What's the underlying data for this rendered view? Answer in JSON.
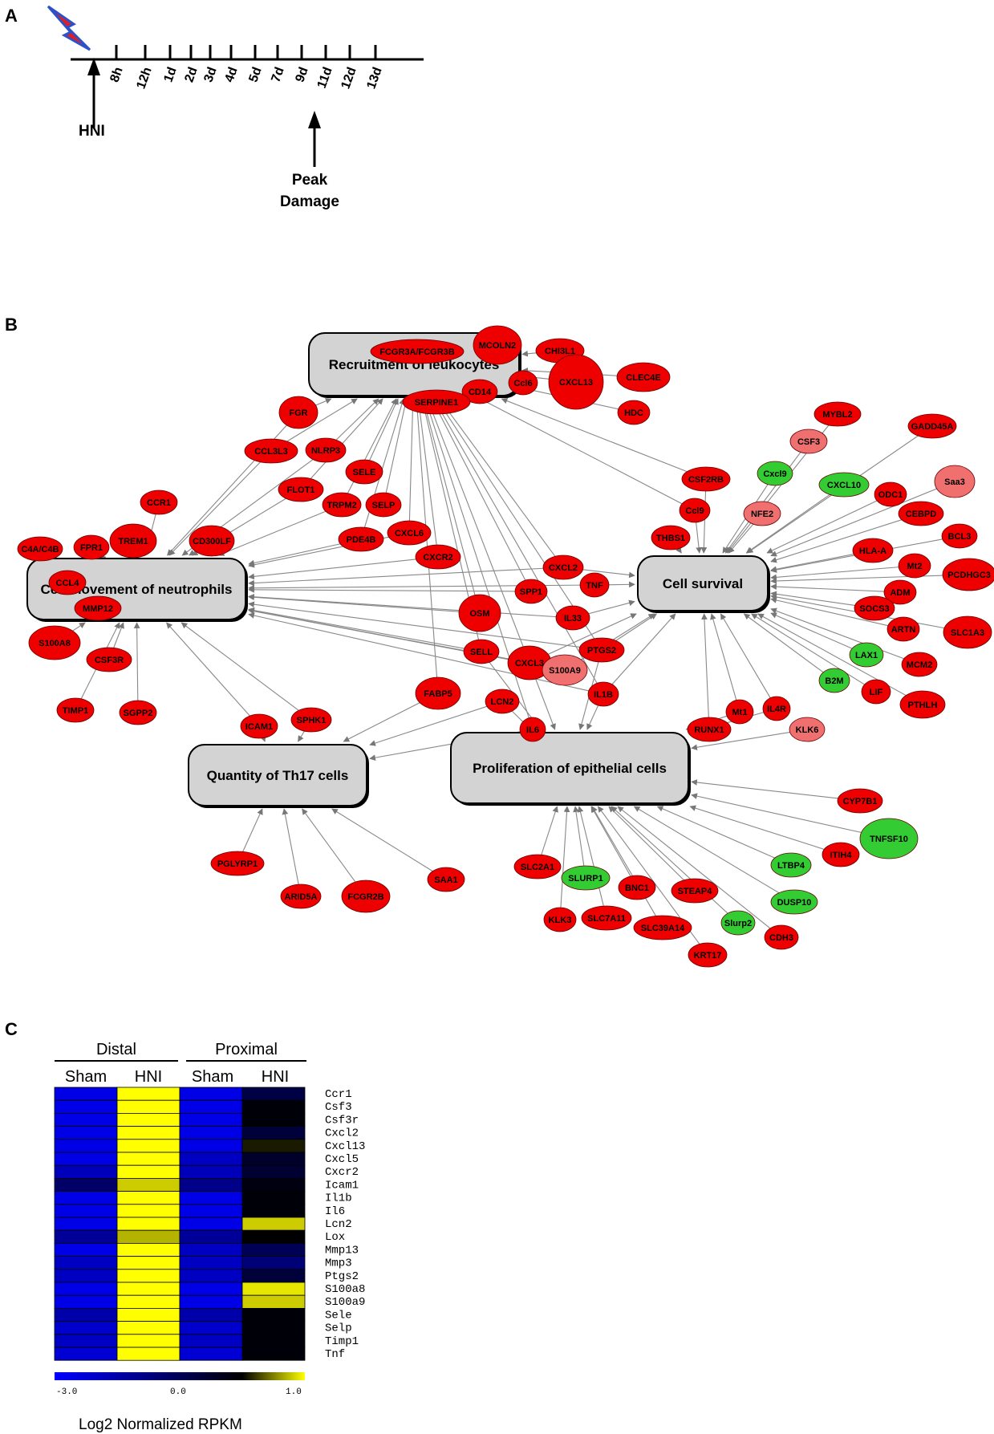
{
  "panels": {
    "a": "A",
    "b": "B",
    "c": "C"
  },
  "timeline": {
    "ticks": [
      "8h",
      "12h",
      "1d",
      "2d",
      "3d",
      "4d",
      "5d",
      "7d",
      "9d",
      "11d",
      "12d",
      "13d"
    ],
    "start_label": "HNI",
    "peak_label_1": "Peak",
    "peak_label_2": "Damage"
  },
  "colors": {
    "up": "#ee0000",
    "up_light": "#f07070",
    "down": "#33cc33",
    "box": "#d3d3d3",
    "edge": "#888888"
  },
  "network": {
    "functions": [
      {
        "id": "f_recruit",
        "label": "Recruitment of leukocytes"
      },
      {
        "id": "f_neut",
        "label": "Cell movement of neutrophils"
      },
      {
        "id": "f_surv",
        "label": "Cell survival"
      },
      {
        "id": "f_th17",
        "label": "Quantity of Th17 cells"
      },
      {
        "id": "f_prolif",
        "label": "Proliferation of epithelial cells"
      }
    ],
    "genes": [
      {
        "id": "g01",
        "label": "FCGR3A/FCGR3B",
        "reg": "up"
      },
      {
        "id": "g02",
        "label": "MCOLN2",
        "reg": "up"
      },
      {
        "id": "g03",
        "label": "CHI3L1",
        "reg": "up"
      },
      {
        "id": "g04",
        "label": "CD14",
        "reg": "up"
      },
      {
        "id": "g05",
        "label": "Ccl6",
        "reg": "up"
      },
      {
        "id": "g06",
        "label": "CXCL13",
        "reg": "up"
      },
      {
        "id": "g07",
        "label": "CLEC4E",
        "reg": "up"
      },
      {
        "id": "g08",
        "label": "SERPINE1",
        "reg": "up"
      },
      {
        "id": "g09",
        "label": "HDC",
        "reg": "up"
      },
      {
        "id": "g10",
        "label": "FGR",
        "reg": "up"
      },
      {
        "id": "g11",
        "label": "CCL3L3",
        "reg": "up"
      },
      {
        "id": "g12",
        "label": "NLRP3",
        "reg": "up"
      },
      {
        "id": "g13",
        "label": "SELE",
        "reg": "up"
      },
      {
        "id": "g14",
        "label": "FLOT1",
        "reg": "up"
      },
      {
        "id": "g15",
        "label": "TRPM2",
        "reg": "up"
      },
      {
        "id": "g16",
        "label": "SELP",
        "reg": "up"
      },
      {
        "id": "g17",
        "label": "CCR1",
        "reg": "up"
      },
      {
        "id": "g18",
        "label": "CXCL6",
        "reg": "up"
      },
      {
        "id": "g19",
        "label": "PDE4B",
        "reg": "up"
      },
      {
        "id": "g20",
        "label": "CXCR2",
        "reg": "up"
      },
      {
        "id": "g21",
        "label": "C4A/C4B",
        "reg": "up"
      },
      {
        "id": "g22",
        "label": "FPR1",
        "reg": "up"
      },
      {
        "id": "g23",
        "label": "TREM1",
        "reg": "up"
      },
      {
        "id": "g24",
        "label": "CD300LF",
        "reg": "up"
      },
      {
        "id": "g25",
        "label": "CCL4",
        "reg": "up"
      },
      {
        "id": "g26",
        "label": "MMP12",
        "reg": "up"
      },
      {
        "id": "g27",
        "label": "S100A8",
        "reg": "up"
      },
      {
        "id": "g28",
        "label": "CSF3R",
        "reg": "up"
      },
      {
        "id": "g29",
        "label": "TIMP1",
        "reg": "up"
      },
      {
        "id": "g30",
        "label": "SGPP2",
        "reg": "up"
      },
      {
        "id": "g31",
        "label": "MYBL2",
        "reg": "up"
      },
      {
        "id": "g32",
        "label": "GADD45A",
        "reg": "up"
      },
      {
        "id": "g33",
        "label": "CSF3",
        "reg": "up_light"
      },
      {
        "id": "g34",
        "label": "Cxcl9",
        "reg": "down"
      },
      {
        "id": "g35",
        "label": "Saa3",
        "reg": "up_light"
      },
      {
        "id": "g36",
        "label": "CXCL10",
        "reg": "down"
      },
      {
        "id": "g37",
        "label": "CSF2RB",
        "reg": "up"
      },
      {
        "id": "g38",
        "label": "ODC1",
        "reg": "up"
      },
      {
        "id": "g39",
        "label": "NFE2",
        "reg": "up_light"
      },
      {
        "id": "g40",
        "label": "Ccl9",
        "reg": "up"
      },
      {
        "id": "g41",
        "label": "CEBPD",
        "reg": "up"
      },
      {
        "id": "g42",
        "label": "THBS1",
        "reg": "up"
      },
      {
        "id": "g43",
        "label": "BCL3",
        "reg": "up"
      },
      {
        "id": "g44",
        "label": "HLA-A",
        "reg": "up"
      },
      {
        "id": "g45",
        "label": "Mt2",
        "reg": "up"
      },
      {
        "id": "g46",
        "label": "PCDHGC3",
        "reg": "up"
      },
      {
        "id": "g47",
        "label": "ADM",
        "reg": "up"
      },
      {
        "id": "g48",
        "label": "SOCS3",
        "reg": "up"
      },
      {
        "id": "g49",
        "label": "ARTN",
        "reg": "up"
      },
      {
        "id": "g50",
        "label": "SLC1A3",
        "reg": "up"
      },
      {
        "id": "g51",
        "label": "LAX1",
        "reg": "down"
      },
      {
        "id": "g52",
        "label": "MCM2",
        "reg": "up"
      },
      {
        "id": "g53",
        "label": "B2M",
        "reg": "down"
      },
      {
        "id": "g54",
        "label": "LIF",
        "reg": "up"
      },
      {
        "id": "g55",
        "label": "PTHLH",
        "reg": "up"
      },
      {
        "id": "g56",
        "label": "CXCL2",
        "reg": "up"
      },
      {
        "id": "g57",
        "label": "TNF",
        "reg": "up"
      },
      {
        "id": "g58",
        "label": "SPP1",
        "reg": "up"
      },
      {
        "id": "g59",
        "label": "OSM",
        "reg": "up"
      },
      {
        "id": "g60",
        "label": "IL33",
        "reg": "up"
      },
      {
        "id": "g61",
        "label": "CXCL3",
        "reg": "up"
      },
      {
        "id": "g62",
        "label": "PTGS2",
        "reg": "up"
      },
      {
        "id": "g63",
        "label": "SELL",
        "reg": "up"
      },
      {
        "id": "g64",
        "label": "S100A9",
        "reg": "up_light"
      },
      {
        "id": "g65",
        "label": "FABP5",
        "reg": "up"
      },
      {
        "id": "g66",
        "label": "LCN2",
        "reg": "up"
      },
      {
        "id": "g67",
        "label": "IL1B",
        "reg": "up"
      },
      {
        "id": "g68",
        "label": "IL6",
        "reg": "up"
      },
      {
        "id": "g69",
        "label": "ICAM1",
        "reg": "up"
      },
      {
        "id": "g70",
        "label": "SPHK1",
        "reg": "up"
      },
      {
        "id": "g71",
        "label": "RUNX1",
        "reg": "up"
      },
      {
        "id": "g72",
        "label": "Mt1",
        "reg": "up"
      },
      {
        "id": "g73",
        "label": "IL4R",
        "reg": "up"
      },
      {
        "id": "g74",
        "label": "KLK6",
        "reg": "up_light"
      },
      {
        "id": "g75",
        "label": "CYP7B1",
        "reg": "up"
      },
      {
        "id": "g76",
        "label": "TNFSF10",
        "reg": "down"
      },
      {
        "id": "g77",
        "label": "ITIH4",
        "reg": "up"
      },
      {
        "id": "g78",
        "label": "LTBP4",
        "reg": "down"
      },
      {
        "id": "g79",
        "label": "DUSP10",
        "reg": "down"
      },
      {
        "id": "g80",
        "label": "SLC2A1",
        "reg": "up"
      },
      {
        "id": "g81",
        "label": "SLURP1",
        "reg": "down"
      },
      {
        "id": "g82",
        "label": "BNC1",
        "reg": "up"
      },
      {
        "id": "g83",
        "label": "STEAP4",
        "reg": "up"
      },
      {
        "id": "g84",
        "label": "KLK3",
        "reg": "up"
      },
      {
        "id": "g85",
        "label": "SLC7A11",
        "reg": "up"
      },
      {
        "id": "g86",
        "label": "SLC39A14",
        "reg": "up"
      },
      {
        "id": "g87",
        "label": "Slurp2",
        "reg": "down"
      },
      {
        "id": "g88",
        "label": "CDH3",
        "reg": "up"
      },
      {
        "id": "g89",
        "label": "KRT17",
        "reg": "up"
      },
      {
        "id": "g90",
        "label": "PGLYRP1",
        "reg": "up"
      },
      {
        "id": "g91",
        "label": "ARID5A",
        "reg": "up"
      },
      {
        "id": "g92",
        "label": "FCGR2B",
        "reg": "up"
      },
      {
        "id": "g93",
        "label": "SAA1",
        "reg": "up"
      }
    ],
    "edges": [
      [
        "g01",
        "f_recruit"
      ],
      [
        "g02",
        "f_recruit"
      ],
      [
        "g03",
        "f_recruit"
      ],
      [
        "g04",
        "f_recruit"
      ],
      [
        "g05",
        "f_recruit"
      ],
      [
        "g06",
        "f_recruit"
      ],
      [
        "g07",
        "f_recruit"
      ],
      [
        "g08",
        "f_recruit"
      ],
      [
        "g09",
        "f_recruit"
      ],
      [
        "g10",
        "f_recruit"
      ],
      [
        "g11",
        "f_recruit"
      ],
      [
        "g12",
        "f_recruit"
      ],
      [
        "g13",
        "f_recruit"
      ],
      [
        "g14",
        "f_recruit"
      ],
      [
        "g15",
        "f_recruit"
      ],
      [
        "g16",
        "f_recruit"
      ],
      [
        "g18",
        "f_recruit"
      ],
      [
        "g19",
        "f_recruit"
      ],
      [
        "g20",
        "f_recruit"
      ],
      [
        "g37",
        "f_recruit"
      ],
      [
        "g40",
        "f_recruit"
      ],
      [
        "g56",
        "f_recruit"
      ],
      [
        "g58",
        "f_recruit"
      ],
      [
        "g59",
        "f_recruit"
      ],
      [
        "g61",
        "f_recruit"
      ],
      [
        "g62",
        "f_recruit"
      ],
      [
        "g63",
        "f_recruit"
      ],
      [
        "g65",
        "f_recruit"
      ],
      [
        "g67",
        "f_recruit"
      ],
      [
        "g68",
        "f_recruit"
      ],
      [
        "g10",
        "f_neut"
      ],
      [
        "g11",
        "f_neut"
      ],
      [
        "g12",
        "f_neut"
      ],
      [
        "g14",
        "f_neut"
      ],
      [
        "g15",
        "f_neut"
      ],
      [
        "g17",
        "f_neut"
      ],
      [
        "g18",
        "f_neut"
      ],
      [
        "g19",
        "f_neut"
      ],
      [
        "g20",
        "f_neut"
      ],
      [
        "g21",
        "f_neut"
      ],
      [
        "g22",
        "f_neut"
      ],
      [
        "g23",
        "f_neut"
      ],
      [
        "g24",
        "f_neut"
      ],
      [
        "g25",
        "f_neut"
      ],
      [
        "g26",
        "f_neut"
      ],
      [
        "g27",
        "f_neut"
      ],
      [
        "g28",
        "f_neut"
      ],
      [
        "g29",
        "f_neut"
      ],
      [
        "g30",
        "f_neut"
      ],
      [
        "g56",
        "f_neut"
      ],
      [
        "g57",
        "f_neut"
      ],
      [
        "g58",
        "f_neut"
      ],
      [
        "g59",
        "f_neut"
      ],
      [
        "g60",
        "f_neut"
      ],
      [
        "g61",
        "f_neut"
      ],
      [
        "g62",
        "f_neut"
      ],
      [
        "g63",
        "f_neut"
      ],
      [
        "g64",
        "f_neut"
      ],
      [
        "g67",
        "f_neut"
      ],
      [
        "g69",
        "f_neut"
      ],
      [
        "g70",
        "f_neut"
      ],
      [
        "g31",
        "f_surv"
      ],
      [
        "g32",
        "f_surv"
      ],
      [
        "g33",
        "f_surv"
      ],
      [
        "g34",
        "f_surv"
      ],
      [
        "g35",
        "f_surv"
      ],
      [
        "g36",
        "f_surv"
      ],
      [
        "g37",
        "f_surv"
      ],
      [
        "g38",
        "f_surv"
      ],
      [
        "g39",
        "f_surv"
      ],
      [
        "g40",
        "f_surv"
      ],
      [
        "g41",
        "f_surv"
      ],
      [
        "g42",
        "f_surv"
      ],
      [
        "g43",
        "f_surv"
      ],
      [
        "g44",
        "f_surv"
      ],
      [
        "g45",
        "f_surv"
      ],
      [
        "g46",
        "f_surv"
      ],
      [
        "g47",
        "f_surv"
      ],
      [
        "g48",
        "f_surv"
      ],
      [
        "g49",
        "f_surv"
      ],
      [
        "g50",
        "f_surv"
      ],
      [
        "g51",
        "f_surv"
      ],
      [
        "g52",
        "f_surv"
      ],
      [
        "g53",
        "f_surv"
      ],
      [
        "g54",
        "f_surv"
      ],
      [
        "g55",
        "f_surv"
      ],
      [
        "g56",
        "f_surv"
      ],
      [
        "g57",
        "f_surv"
      ],
      [
        "g60",
        "f_surv"
      ],
      [
        "g61",
        "f_surv"
      ],
      [
        "g62",
        "f_surv"
      ],
      [
        "g64",
        "f_surv"
      ],
      [
        "g67",
        "f_surv"
      ],
      [
        "g71",
        "f_surv"
      ],
      [
        "g72",
        "f_surv"
      ],
      [
        "g73",
        "f_surv"
      ],
      [
        "g65",
        "f_th17"
      ],
      [
        "g66",
        "f_th17"
      ],
      [
        "g68",
        "f_th17"
      ],
      [
        "g69",
        "f_th17"
      ],
      [
        "g70",
        "f_th17"
      ],
      [
        "g90",
        "f_th17"
      ],
      [
        "g91",
        "f_th17"
      ],
      [
        "g92",
        "f_th17"
      ],
      [
        "g93",
        "f_th17"
      ],
      [
        "g61",
        "f_prolif"
      ],
      [
        "g62",
        "f_prolif"
      ],
      [
        "g63",
        "f_prolif"
      ],
      [
        "g66",
        "f_prolif"
      ],
      [
        "g67",
        "f_prolif"
      ],
      [
        "g68",
        "f_prolif"
      ],
      [
        "g71",
        "f_prolif"
      ],
      [
        "g72",
        "f_prolif"
      ],
      [
        "g73",
        "f_prolif"
      ],
      [
        "g74",
        "f_prolif"
      ],
      [
        "g75",
        "f_prolif"
      ],
      [
        "g76",
        "f_prolif"
      ],
      [
        "g77",
        "f_prolif"
      ],
      [
        "g78",
        "f_prolif"
      ],
      [
        "g79",
        "f_prolif"
      ],
      [
        "g80",
        "f_prolif"
      ],
      [
        "g81",
        "f_prolif"
      ],
      [
        "g82",
        "f_prolif"
      ],
      [
        "g83",
        "f_prolif"
      ],
      [
        "g84",
        "f_prolif"
      ],
      [
        "g85",
        "f_prolif"
      ],
      [
        "g86",
        "f_prolif"
      ],
      [
        "g87",
        "f_prolif"
      ],
      [
        "g88",
        "f_prolif"
      ],
      [
        "g89",
        "f_prolif"
      ]
    ]
  },
  "heatmap": {
    "groups": [
      "Distal",
      "Proximal"
    ],
    "columns": [
      "Sham",
      "HNI",
      "Sham",
      "HNI"
    ],
    "genes": [
      "Ccr1",
      "Csf3",
      "Csf3r",
      "Cxcl2",
      "Cxcl13",
      "Cxcl5",
      "Cxcr2",
      "Icam1",
      "Il1b",
      "Il6",
      "Lcn2",
      "Lox",
      "Mmp13",
      "Mmp3",
      "Ptgs2",
      "S100a8",
      "S100a9",
      "Sele",
      "Selp",
      "Timp1",
      "Tnf"
    ],
    "values": [
      [
        -2.7,
        1.0,
        -2.7,
        -0.8
      ],
      [
        -2.7,
        1.0,
        -2.7,
        -0.1
      ],
      [
        -2.7,
        1.0,
        -2.7,
        -0.1
      ],
      [
        -2.7,
        1.0,
        -2.7,
        -0.7
      ],
      [
        -2.7,
        1.0,
        -2.7,
        0.1
      ],
      [
        -2.7,
        1.0,
        -2.3,
        -0.5
      ],
      [
        -2.2,
        1.0,
        -2.2,
        -0.6
      ],
      [
        -1.2,
        0.8,
        -1.6,
        -0.2
      ],
      [
        -2.7,
        1.0,
        -2.7,
        -0.1
      ],
      [
        -2.7,
        1.0,
        -2.7,
        -0.1
      ],
      [
        -2.7,
        1.0,
        -2.7,
        0.8
      ],
      [
        -1.8,
        0.7,
        -1.8,
        0.0
      ],
      [
        -2.7,
        1.0,
        -2.3,
        -1.0
      ],
      [
        -2.3,
        1.0,
        -2.3,
        -1.4
      ],
      [
        -2.3,
        1.0,
        -2.3,
        -0.7
      ],
      [
        -2.7,
        1.0,
        -2.7,
        0.9
      ],
      [
        -2.7,
        1.0,
        -2.7,
        0.8
      ],
      [
        -2.0,
        1.0,
        -2.0,
        -0.1
      ],
      [
        -2.4,
        1.0,
        -2.4,
        -0.1
      ],
      [
        -2.3,
        1.0,
        -2.3,
        -0.1
      ],
      [
        -2.5,
        1.0,
        -2.5,
        -0.1
      ]
    ],
    "scale": {
      "min": "-3.0",
      "mid": "0.0",
      "max": "1.0"
    },
    "scale_min": -3.0,
    "scale_max": 1.0,
    "legend_title": "Log2 Normalized RPKM"
  }
}
